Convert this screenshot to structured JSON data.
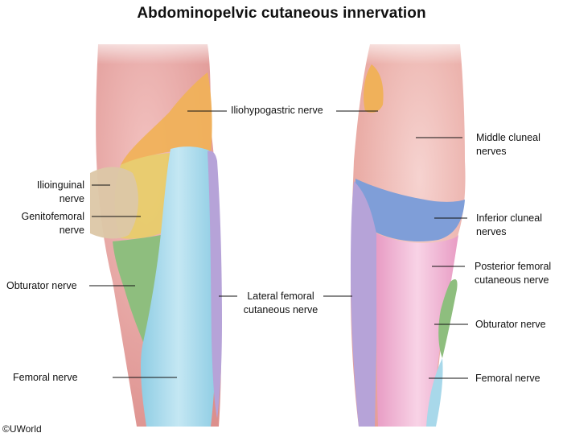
{
  "title": "Abdominopelvic cutaneous innervation",
  "credit": "©UWorld",
  "labels": {
    "iliohypogastric": "Iliohypogastric nerve",
    "ilioinguinal_1": "Ilioinguinal",
    "ilioinguinal_2": "nerve",
    "genitofemoral_1": "Genitofemoral",
    "genitofemoral_2": "nerve",
    "obturator_left": "Obturator nerve",
    "femoral_left": "Femoral nerve",
    "lateral_femoral_1": "Lateral femoral",
    "lateral_femoral_2": "cutaneous nerve",
    "middle_cluneal_1": "Middle cluneal",
    "middle_cluneal_2": "nerves",
    "inferior_cluneal_1": "Inferior cluneal",
    "inferior_cluneal_2": "nerves",
    "posterior_femoral_1": "Posterior femoral",
    "posterior_femoral_2": "cutaneous nerve",
    "obturator_right": "Obturator nerve",
    "femoral_right": "Femoral nerve"
  },
  "colors": {
    "skin_pink": "#e9a7a4",
    "iliohypogastric": "#f0b15a",
    "ilioinguinal": "#e6c96a",
    "genitofemoral": "#dcc27a",
    "femoral": "#a8d8ea",
    "lateral_femoral": "#b6a3d8",
    "obturator": "#8ebe7e",
    "inferior_cluneal": "#7f9ed8",
    "posterior_femoral": "#f0b7d4",
    "middle_cluneal": "#ea9f93"
  }
}
